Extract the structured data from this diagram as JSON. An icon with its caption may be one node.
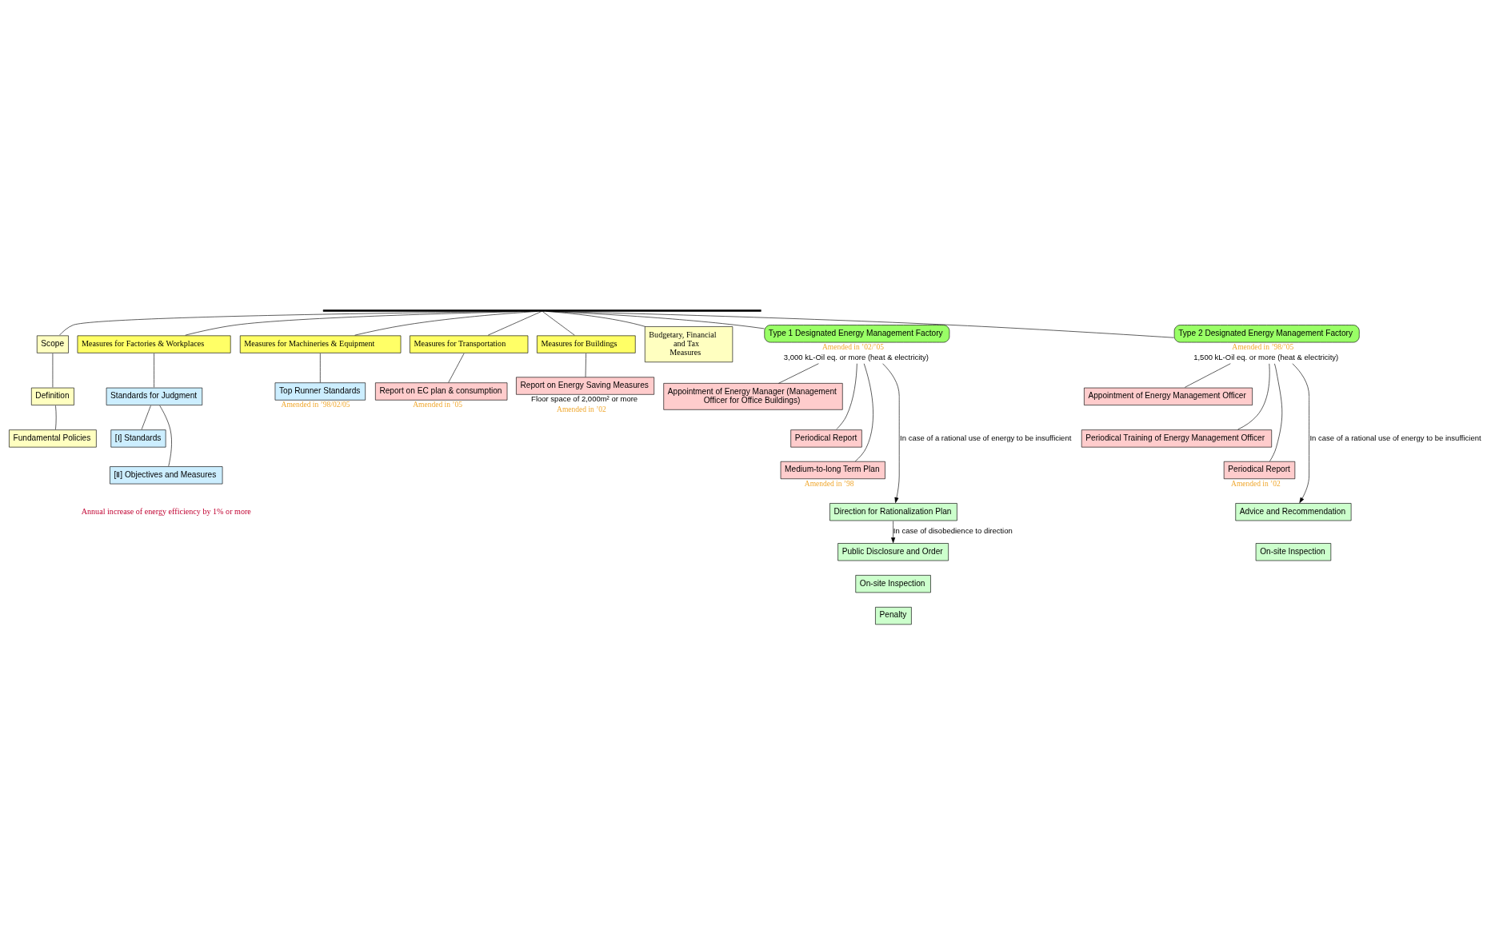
{
  "diagram": {
    "nodes": [
      {
        "text": [],
        "shape": "bar"
      },
      {
        "text": [
          "Scope"
        ]
      },
      {
        "text": [
          "Definition"
        ]
      },
      {
        "text": [
          "Fundamental Policies"
        ]
      },
      {
        "text": [
          "Measures for Factories & Workplaces"
        ]
      },
      {
        "text": [
          "Standards for Judgment"
        ]
      },
      {
        "text": [
          "[Ⅰ] Standards"
        ]
      },
      {
        "text": [
          "[Ⅱ] Objectives and Measures"
        ]
      },
      {
        "text": [
          "Measures for Machineries & Equipment"
        ]
      },
      {
        "text": [
          "Top Runner Standards"
        ],
        "beside": [
          "Amended in ’98/02/05"
        ]
      },
      {
        "text": [
          "Measures for Transportation"
        ]
      },
      {
        "text": [
          "Report on EC plan & consumption"
        ],
        "beside": [
          "Amended in ’05"
        ]
      },
      {
        "text": [
          "Measures for Buildings"
        ]
      },
      {
        "text": [
          "Report on Energy Saving Measures"
        ],
        "beside": [
          "Floor space of 2,000m² or more",
          "Amended in ’02"
        ]
      },
      {
        "text": [
          "Budgetary, Financial and Tax Measures"
        ]
      },
      {
        "text": [
          "Type 1 Designated Energy Management Factory"
        ],
        "beside": [
          "Amended in ’02/’05",
          "3,000 kL-Oil eq. or more (heat & electricity)"
        ]
      },
      {
        "text": [
          "Appointment of Energy Manager (Management Officer for Office Buildings)"
        ]
      },
      {
        "text": [
          "Periodical Report"
        ]
      },
      {
        "text": [
          "Medium-to-long Term Plan"
        ],
        "beside": [
          "Amended in ’98"
        ]
      },
      {
        "text": [
          "Direction for Rationalization Plan"
        ]
      },
      {
        "text": [
          "Public Disclosure and Order"
        ]
      },
      {
        "text": [
          "On-site Inspection"
        ]
      },
      {
        "text": [
          "Penalty"
        ]
      },
      {
        "text": [
          "Type 2 Designated Energy Management Factory"
        ],
        "beside": [
          "Amended in ’98/’05",
          "1,500 kL-Oil eq. or more (heat & electricity)"
        ]
      },
      {
        "text": [
          "Appointment of Energy Management Officer"
        ]
      },
      {
        "text": [
          "Periodical Training of Energy Management Officer"
        ]
      },
      {
        "text": [
          "Periodical Report"
        ],
        "beside": [
          "Amended in ’02"
        ]
      },
      {
        "text": [
          "Advice and Recommendation"
        ]
      },
      {
        "text": [
          "On-site Inspection"
        ]
      }
    ],
    "edges": [
      {
        "from": 0,
        "to": 1,
        "arrow": "none"
      },
      {
        "from": 1,
        "to": 2,
        "arrow": "none"
      },
      {
        "from": 2,
        "to": 3,
        "arrow": "none"
      },
      {
        "from": 0,
        "to": 4,
        "arrow": "none"
      },
      {
        "from": 4,
        "to": 5,
        "arrow": "none"
      },
      {
        "from": 5,
        "to": 6,
        "arrow": "none"
      },
      {
        "from": 5,
        "to": 7,
        "arrow": "none"
      },
      {
        "from": 0,
        "to": 8,
        "arrow": "none"
      },
      {
        "from": 8,
        "to": 9,
        "arrow": "none"
      },
      {
        "from": 0,
        "to": 10,
        "arrow": "none"
      },
      {
        "from": 10,
        "to": 11,
        "arrow": "none"
      },
      {
        "from": 0,
        "to": 12,
        "arrow": "none"
      },
      {
        "from": 12,
        "to": 13,
        "arrow": "none"
      },
      {
        "from": 0,
        "to": 14,
        "arrow": "none"
      },
      {
        "from": 0,
        "to": 15,
        "arrow": "none"
      },
      {
        "from": 0,
        "to": 23,
        "arrow": "none"
      },
      {
        "from": 15,
        "to": 16,
        "arrow": "none"
      },
      {
        "from": 15,
        "to": 17,
        "arrow": "none"
      },
      {
        "from": 15,
        "to": 18,
        "arrow": "none"
      },
      {
        "from": 15,
        "to": 19,
        "arrow": "to",
        "label": "In case of a rational use of energy to be insufficient"
      },
      {
        "from": 19,
        "to": 20,
        "arrow": "to",
        "label": "In case of disobedience to direction"
      },
      {
        "from": 23,
        "to": 24,
        "arrow": "none"
      },
      {
        "from": 23,
        "to": 25,
        "arrow": "none"
      },
      {
        "from": 23,
        "to": 26,
        "arrow": "none"
      },
      {
        "from": 23,
        "to": 27,
        "arrow": "to",
        "label": "In case of a rational use of energy to be insufficient"
      }
    ],
    "labels": [
      "Annual increase of energy efficiency by 1% or more"
    ]
  }
}
